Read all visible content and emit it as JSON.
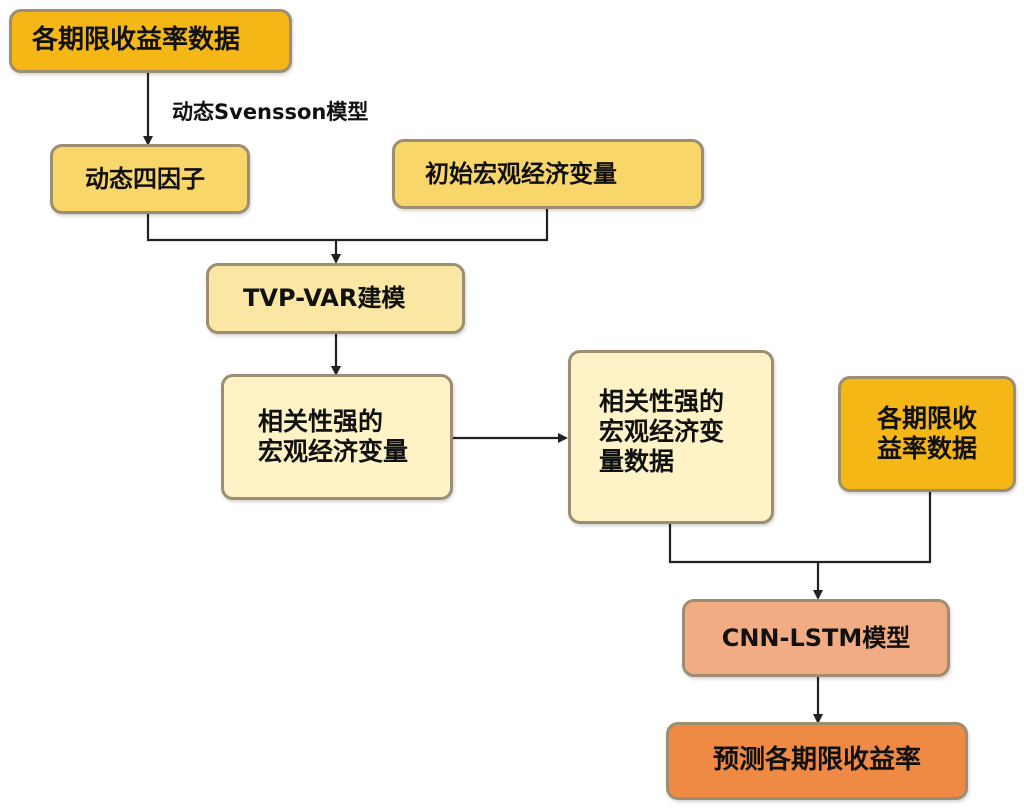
{
  "nodes": {
    "yield_data_top": "各期限收益率数据",
    "dynamic_factors": "动态四因子",
    "initial_macro": "初始宏观经济变量",
    "tvp_var": "TVP-VAR建模",
    "strong_macro_line1": "相关性强的",
    "strong_macro_line2": "宏观经济变量",
    "strong_macro_data_line1": "相关性强的",
    "strong_macro_data_line2": "宏观经济变",
    "strong_macro_data_line3": "量数据",
    "yield_data_right_line1": "各期限收",
    "yield_data_right_line2": "益率数据",
    "cnn_lstm": "CNN-LSTM模型",
    "predict": "预测各期限收益率"
  },
  "edges": {
    "svensson_label": "动态Svensson模型"
  },
  "colors": {
    "gold": "#f5b716",
    "yellow": "#f9d66a",
    "light_yellow": "#fae7a3",
    "cream": "#fdf3c6",
    "salmon": "#f2ac83",
    "orange": "#ef8a45",
    "line": "#222222"
  }
}
